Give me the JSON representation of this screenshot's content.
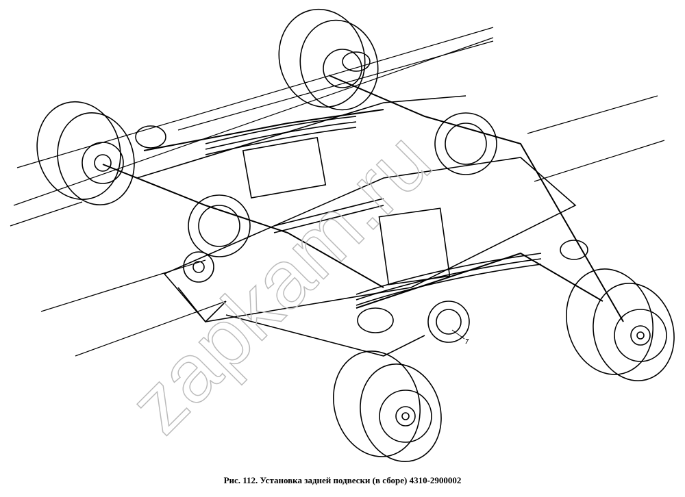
{
  "figure": {
    "caption": "Рис. 112. Установка задней подвески (в сборе) 4310-2900002",
    "callouts": [
      "7"
    ],
    "watermark": "zapkam.ru"
  },
  "colors": {
    "line": "#000000",
    "background": "#ffffff",
    "watermark": "#bbbbbb"
  }
}
